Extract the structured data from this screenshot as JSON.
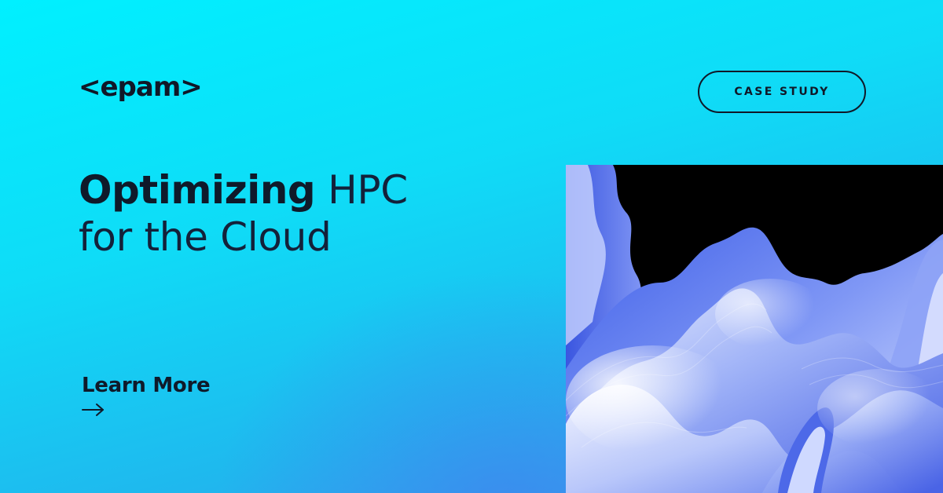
{
  "brand": {
    "logo_text": "<epam>"
  },
  "badge": {
    "label": "CASE STUDY"
  },
  "headline": {
    "line1_bold": "Optimizing",
    "line1_light": "HPC",
    "line2": "for the Cloud"
  },
  "cta": {
    "label": "Learn More",
    "arrow_icon": "arrow-right-icon"
  },
  "artwork": {
    "icon": "abstract-wave-illustration"
  },
  "colors": {
    "background_top": "#00f0ff",
    "background_bottom": "#3d93ea",
    "text": "#0f1a2a",
    "art_blue": "#4f6df0",
    "art_highlight": "#eef2ff"
  }
}
